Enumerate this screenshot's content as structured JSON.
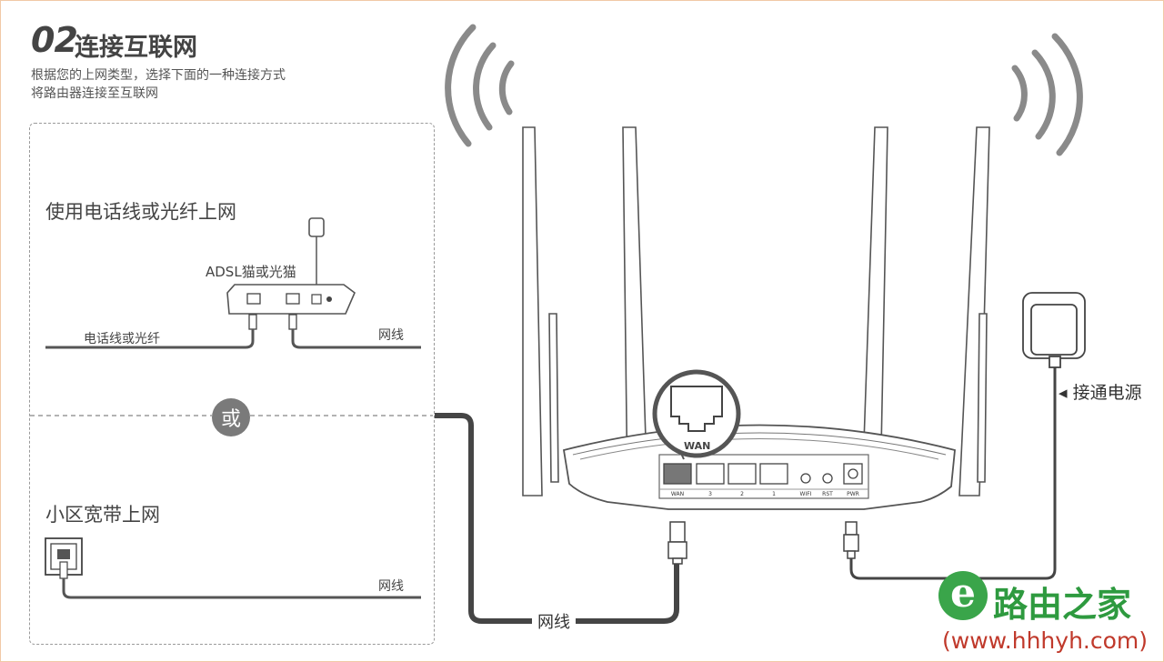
{
  "header": {
    "number": "02",
    "title": "连接互联网",
    "subtitle_line1": "根据您的上网类型，选择下面的一种连接方式",
    "subtitle_line2": "将路由器连接至互联网"
  },
  "option_a": {
    "heading": "使用电话线或光纤上网",
    "modem_label": "ADSL猫或光猫",
    "phone_fiber_label": "电话线或光纤",
    "cable_label": "网线"
  },
  "or_label": "或",
  "option_b": {
    "heading": "小区宽带上网",
    "cable_label": "网线"
  },
  "main_cable_label": "网线",
  "power_label": "◂ 接通电源",
  "router": {
    "wan_callout": "WAN",
    "ports": [
      "WAN",
      "3",
      "2",
      "1",
      "WIFI",
      "RST",
      "PWR"
    ]
  },
  "watermark": {
    "logo_letter": "e",
    "name": "路由之家",
    "url": "(www.hhhyh.com)"
  }
}
